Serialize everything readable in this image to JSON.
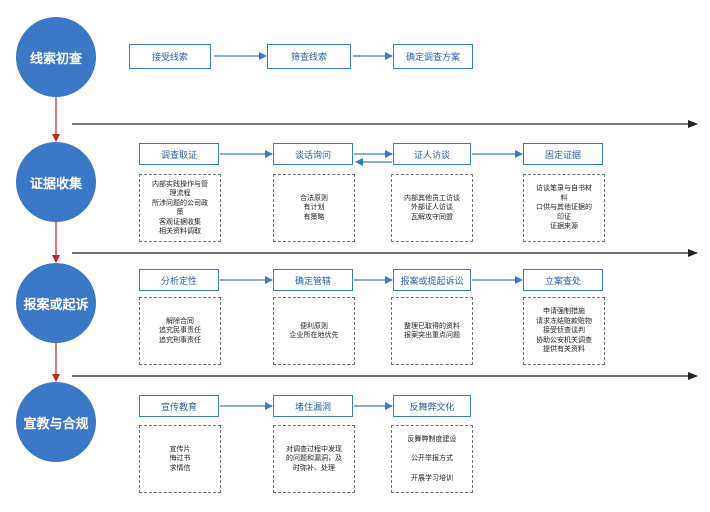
{
  "phases": [
    {
      "title": "线索初查",
      "steps": [
        "接受线索",
        "筛查线索",
        "确定调查方案"
      ],
      "details": []
    },
    {
      "title": "证据收集",
      "steps": [
        "调查取证",
        "谈话询问",
        "证人访谈",
        "固定证据"
      ],
      "details": [
        [
          "内部实践操作与管",
          "理流程",
          "所涉问题的公司政",
          "策",
          "客观证据收集",
          "相关资料调取"
        ],
        [
          "合法原则",
          "有计划",
          "有策略"
        ],
        [
          "内部其他员工访谈",
          "外部证人访谈",
          "瓦解攻守同盟"
        ],
        [
          "访谈笔录与自书材",
          "料",
          "口供与其他证据的",
          "印证",
          "证据来源"
        ]
      ]
    },
    {
      "title": "报案或起诉",
      "steps": [
        "分析定性",
        "确定管辖",
        "报案或提起诉讼",
        "立案查处"
      ],
      "details": [
        [
          "解除合同",
          "追究民事责任",
          "追究刑事责任"
        ],
        [
          "便利原则",
          "企业所在地优先"
        ],
        [
          "整理已取得的资料",
          "报案突出重点问题"
        ],
        [
          "申请强制措施",
          "请求冻结赃款赃物",
          "接受侦查谈判",
          "协助公安机关调查",
          "提供有关资料"
        ]
      ]
    },
    {
      "title": "宣教与合规",
      "steps": [
        "宣传教育",
        "堵住漏洞",
        "反舞弊文化"
      ],
      "details": [
        [
          "宣传片",
          "悔过书",
          "求情信"
        ],
        [
          "对调查过程中发现",
          "的问题和漏洞，及",
          "时弥补、处理"
        ],
        [
          "反舞弊制度建设",
          "公开举报方式",
          "开展学习培训"
        ]
      ]
    }
  ],
  "colors": {
    "circle": "#3b78c7",
    "box_border": "#3b78c7",
    "arrow": "#3b78c7",
    "phase_arrow": "#cc1f1f",
    "separator": "#222222"
  }
}
